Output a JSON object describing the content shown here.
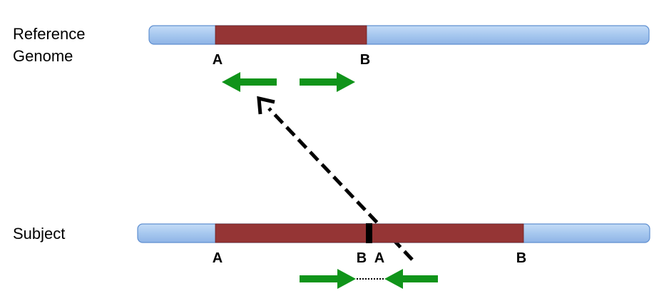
{
  "colors": {
    "chromosome_fill": "#a7c8ef",
    "chromosome_stroke": "#5f8fd0",
    "segment_fill": "#953535",
    "segment_stroke": "#6e2020",
    "arrow_green": "#10941a",
    "junction_black": "#000000",
    "dashed_arrow": "#000000"
  },
  "reference": {
    "label_line1": "Reference",
    "label_line2": "Genome",
    "breakpoint_a": "A",
    "breakpoint_b": "B",
    "arrow_left_icon": "green-arrow-left-icon",
    "arrow_right_icon": "green-arrow-right-icon"
  },
  "subject": {
    "label": "Subject",
    "breakpoint_a_left": "A",
    "junction_b": "B",
    "junction_a": "A",
    "breakpoint_b_right": "B",
    "arrow_right_icon": "green-arrow-right-icon",
    "arrow_left_icon": "green-arrow-left-icon"
  },
  "mapping_arrow_icon": "dashed-arrow-icon"
}
